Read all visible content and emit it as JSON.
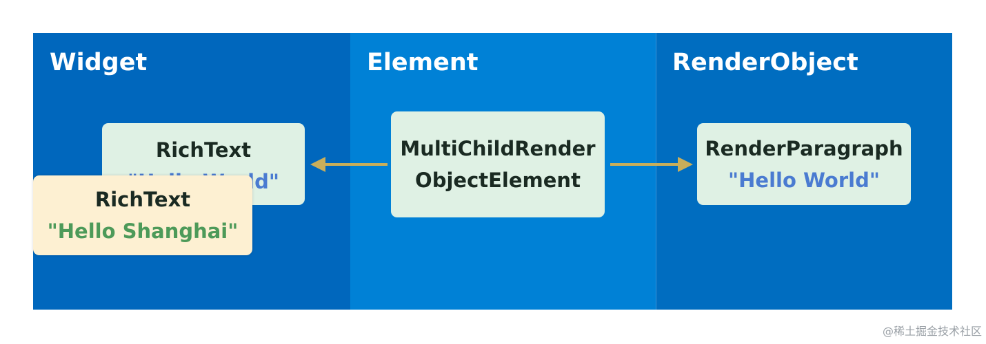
{
  "columns": {
    "widget": {
      "title": "Widget"
    },
    "element": {
      "title": "Element"
    },
    "render_object": {
      "title": "RenderObject"
    }
  },
  "nodes": {
    "richtext_old": {
      "name": "RichText",
      "text": "\"Hello World\""
    },
    "richtext_new": {
      "name": "RichText",
      "text": "\"Hello Shanghai\""
    },
    "element": {
      "name_line1": "MultiChildRender",
      "name_line2": "ObjectElement"
    },
    "render_paragraph": {
      "name": "RenderParagraph",
      "text": "\"Hello World\""
    }
  },
  "watermark": "@稀土掘金技术社区",
  "colors": {
    "widget_bg": "#0067bd",
    "element_bg": "#0081d6",
    "render_bg": "#006dc0",
    "node_green": "#dff1e4",
    "node_yellow": "#fdf0d2",
    "arrow": "#c9ae5a",
    "string_blue": "#4a7bd1",
    "string_green": "#4d9a59"
  }
}
